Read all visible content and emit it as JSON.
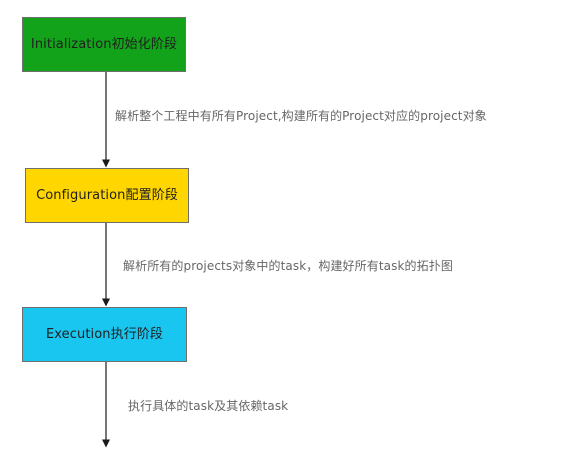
{
  "diagram": {
    "stages": [
      {
        "label": "Initialization初始化阶段",
        "fill": "#13a31a"
      },
      {
        "label": "Configuration配置阶段",
        "fill": "#ffd600"
      },
      {
        "label": "Execution执行阶段",
        "fill": "#19c6f0"
      }
    ],
    "notes": [
      "解析整个工程中有所有Project,构建所有的Project对应的project对象",
      "解析所有的projects对象中的task，构建好所有task的拓扑图",
      "执行具体的task及其依赖task"
    ],
    "colors": {
      "border": "#6f6f6f",
      "arrow": "#1a1a1a",
      "note_text": "#666666",
      "background": "#ffffff"
    }
  }
}
